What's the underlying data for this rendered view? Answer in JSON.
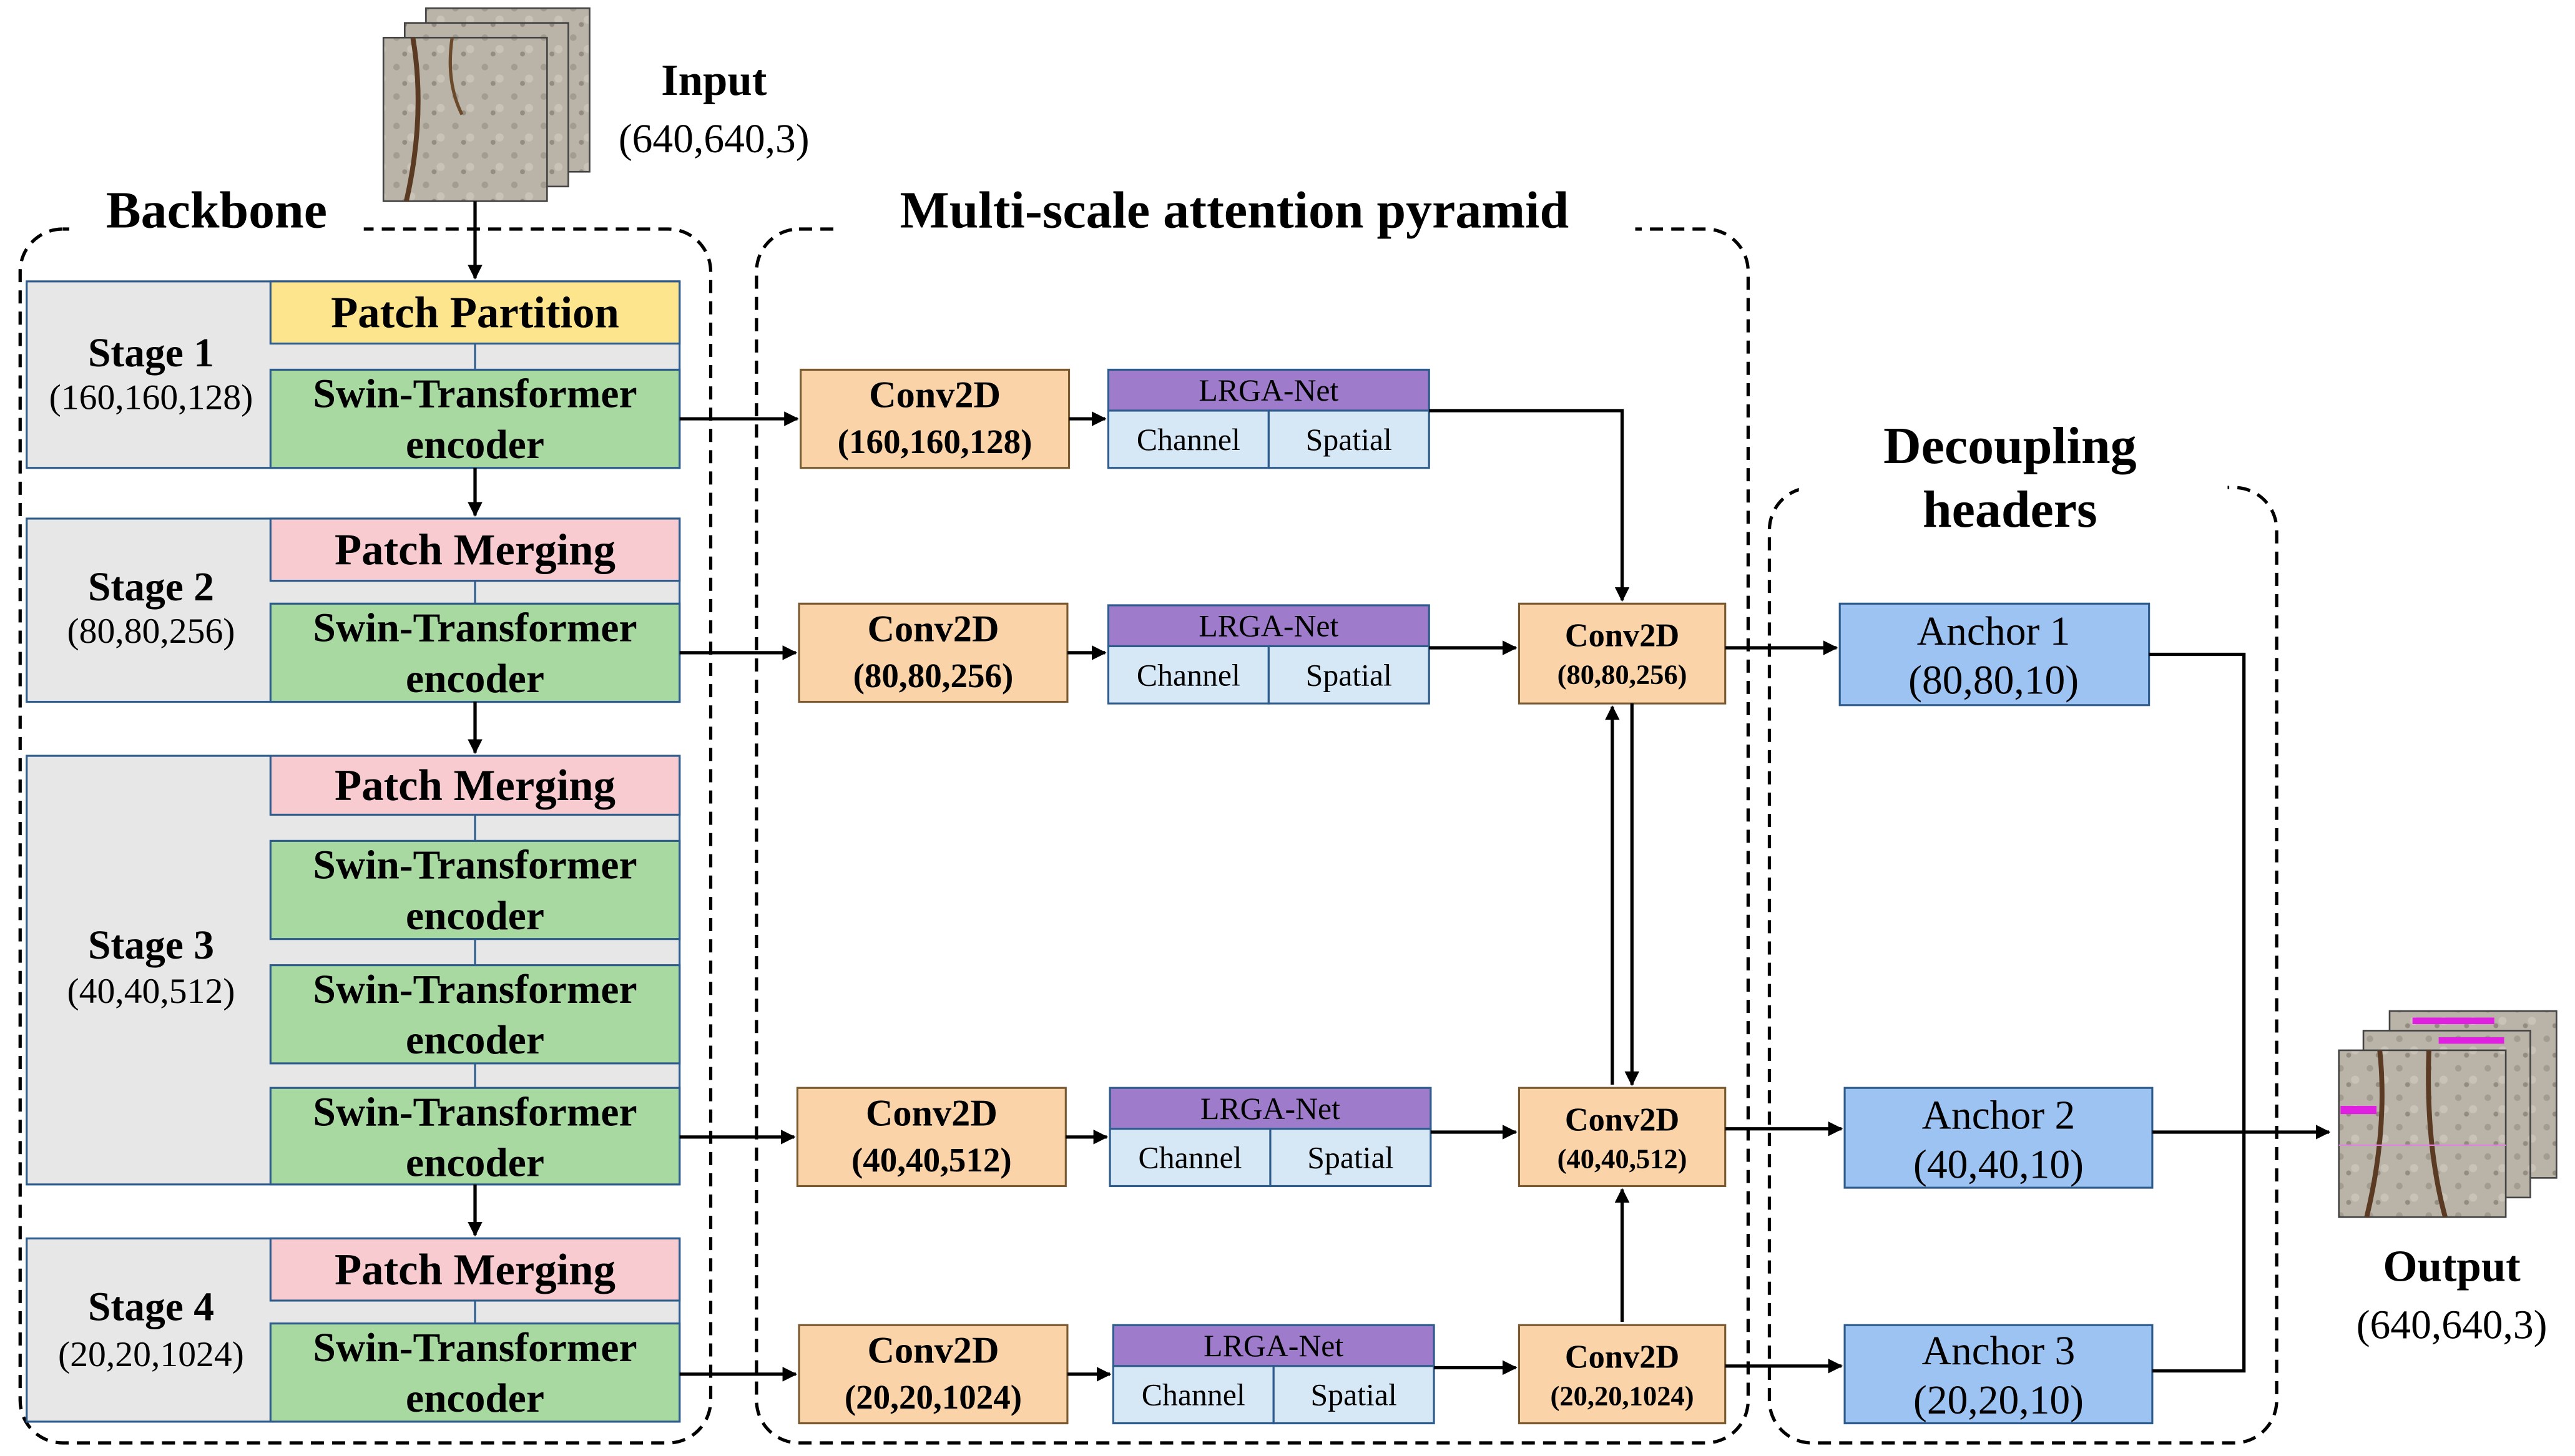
{
  "input": {
    "title": "Input",
    "shape": "(640,640,3)"
  },
  "output": {
    "title": "Output",
    "shape": "(640,640,3)"
  },
  "sections": {
    "backbone": "Backbone",
    "pyramid": "Multi-scale attention pyramid",
    "headers_line1": "Decoupling",
    "headers_line2": "headers"
  },
  "stages": [
    {
      "name": "Stage 1",
      "shape": "(160,160,128)"
    },
    {
      "name": "Stage 2",
      "shape": "(80,80,256)"
    },
    {
      "name": "Stage 3",
      "shape": "(40,40,512)"
    },
    {
      "name": "Stage 4",
      "shape": "(20,20,1024)"
    }
  ],
  "blocks": {
    "patch_partition": "Patch Partition",
    "patch_merging": "Patch Merging",
    "swin_line1": "Swin-Transformer",
    "swin_line2": "encoder"
  },
  "convs": [
    {
      "name": "Conv2D",
      "shape": "(160,160,128)"
    },
    {
      "name": "Conv2D",
      "shape": "(80,80,256)"
    },
    {
      "name": "Conv2D",
      "shape": "(40,40,512)"
    },
    {
      "name": "Conv2D",
      "shape": "(20,20,1024)"
    }
  ],
  "lrga": {
    "title": "LRGA-Net",
    "channel": "Channel",
    "spatial": "Spatial"
  },
  "fusion": [
    {
      "name": "Conv2D",
      "shape": "(80,80,256)"
    },
    {
      "name": "Conv2D",
      "shape": "(40,40,512)"
    },
    {
      "name": "Conv2D",
      "shape": "(20,20,1024)"
    }
  ],
  "anchors": [
    {
      "name": "Anchor 1",
      "shape": "(80,80,10)"
    },
    {
      "name": "Anchor 2",
      "shape": "(40,40,10)"
    },
    {
      "name": "Anchor 3",
      "shape": "(20,20,10)"
    }
  ],
  "colors": {
    "patch_partition": "#fde58d",
    "patch_merging": "#f8cbd0",
    "swin": "#a8d9a0",
    "stage_bg": "#e7e7e7",
    "conv": "#fbd3a8",
    "lrga_title": "#9e7ccb",
    "lrga_cell": "#d6e7f6",
    "anchor": "#9dc3f3",
    "border_blue": "#2e5c8c",
    "border_brown": "#7a5a30"
  }
}
